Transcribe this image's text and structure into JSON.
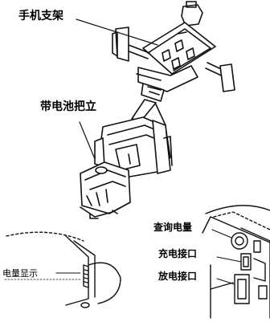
{
  "labels": {
    "phone_holder": "手机支架",
    "battery_grip": "带电池把立",
    "check_level": "查询电量",
    "charge_port": "充电接口",
    "discharge_port": "放电接口",
    "level_display": "电量显示"
  }
}
